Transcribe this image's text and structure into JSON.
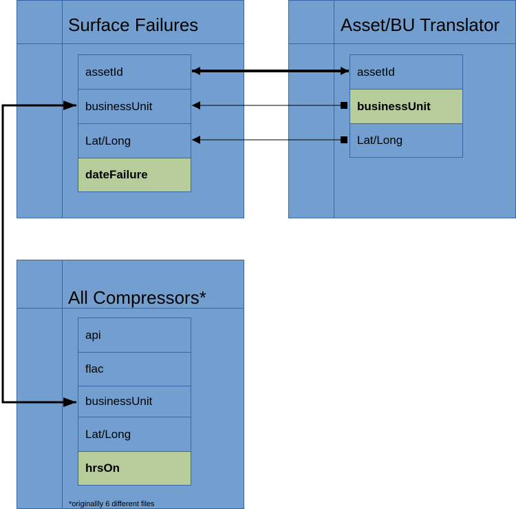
{
  "tables": {
    "surface_failures": {
      "title": "Surface Failures",
      "fields": [
        "assetId",
        "businessUnit",
        "Lat/Long",
        "dateFailure"
      ]
    },
    "asset_bu_translator": {
      "title": "Asset/BU Translator",
      "fields": [
        "assetId",
        "businessUnit",
        "Lat/Long"
      ]
    },
    "all_compressors": {
      "title": "All Compressors*",
      "fields": [
        "api",
        "flac",
        "businessUnit",
        "Lat/Long",
        "hrsOn"
      ],
      "footnote": "*originallly 6 different files"
    }
  },
  "colors": {
    "panel": "#729fcf",
    "border": "#3465a4",
    "key_field": "#b7cc9b",
    "connector": "#000000"
  }
}
